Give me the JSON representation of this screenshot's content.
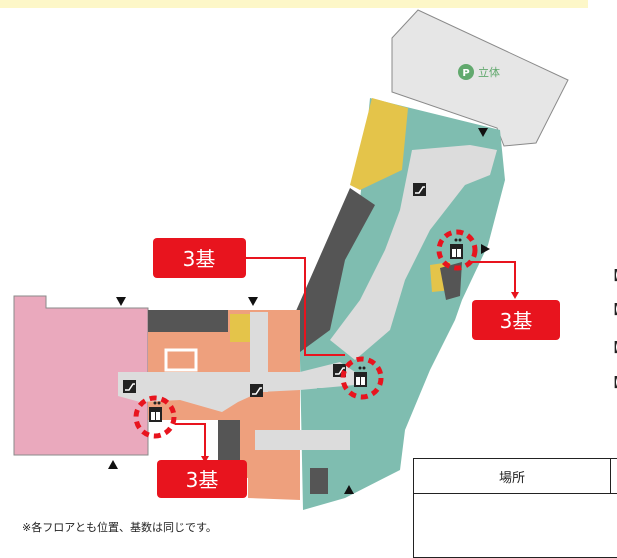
{
  "banner": {
    "color": "#fdf7c8"
  },
  "parking": {
    "icon": "parking-icon",
    "label": "立体"
  },
  "callouts": [
    {
      "id": "upper-left",
      "text": "3基"
    },
    {
      "id": "right",
      "text": "3基"
    },
    {
      "id": "bottom",
      "text": "3基"
    }
  ],
  "note": "※各フロアとも位置、基数は同じです。",
  "table": {
    "header": "場所"
  },
  "side_brackets": [
    "【",
    "【",
    "【",
    "【"
  ],
  "colors": {
    "callout": "#e8141e",
    "teal": "#7fbdb0",
    "pink": "#eaa9bd",
    "salmon": "#eea07d",
    "yellow": "#e4c44a",
    "dark": "#555555",
    "walkway": "#dcdcdc",
    "parking": "#e6e6e6"
  },
  "icons": [
    "escalator-icon",
    "elevator-icon",
    "entrance-marker-icon"
  ]
}
